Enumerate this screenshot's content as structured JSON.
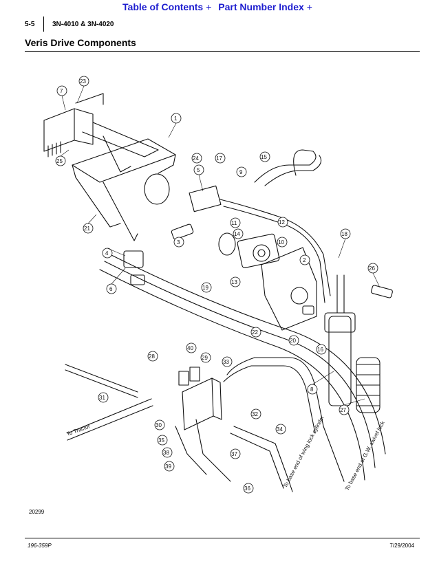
{
  "nav": {
    "toc": "Table of Contents",
    "toc_icon": "plus-icon",
    "pni": "Part Number Index",
    "pni_icon": "plus-icon",
    "link_color": "#1d1dcf"
  },
  "header": {
    "page": "5-5",
    "model": "3N-4010 & 3N-4020"
  },
  "section_title": "Veris Drive Components",
  "diagram": {
    "figure_number": "20299",
    "callouts": [
      "1",
      "2",
      "3",
      "4",
      "5",
      "6",
      "7",
      "8",
      "9",
      "10",
      "11",
      "12",
      "13",
      "14",
      "15",
      "16",
      "17",
      "18",
      "19",
      "20",
      "21",
      "22",
      "23",
      "24",
      "25",
      "26",
      "27",
      "28",
      "29",
      "30",
      "31",
      "32",
      "33",
      "34",
      "35",
      "36",
      "37",
      "38",
      "39",
      "40"
    ],
    "notes": {
      "to_tractor": "To Tractor",
      "base_wing": "To base end of wing lock cylinder",
      "base_gw": "To base end of G.W. swivel lock"
    }
  },
  "footer": {
    "doc": "196-359P",
    "date": "7/29/2004"
  }
}
